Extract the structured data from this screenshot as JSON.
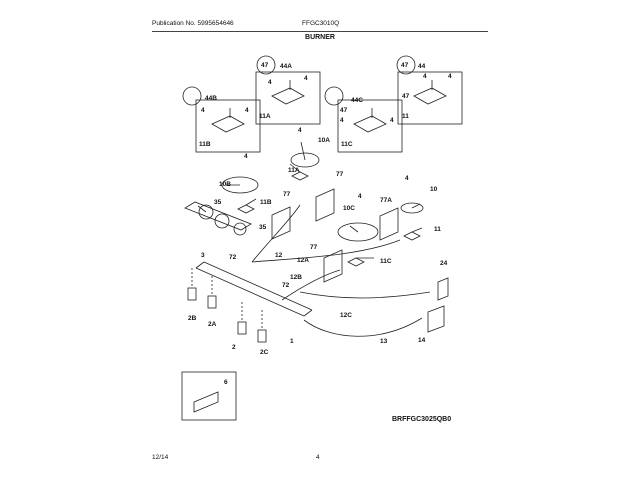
{
  "header": {
    "publication": "Publication No. 5995654646",
    "model": "FFGC3010Q",
    "section": "BURNER"
  },
  "footer": {
    "date": "12/14",
    "page": "4",
    "drawing_code": "BRFFGC3025QB0"
  },
  "callouts": {
    "c47a": "47",
    "c44a": "44A",
    "c4a": "4",
    "c4b": "4",
    "c11a_box": "11A",
    "c47b": "47",
    "c44": "44",
    "c4c": "4",
    "c4d": "4",
    "c47c": "47",
    "c11_box": "11",
    "c44b": "44B",
    "c4e": "4",
    "c4f": "4",
    "c11b_box": "11B",
    "c44c": "44C",
    "c47d": "47",
    "c4g": "4",
    "c4h": "4",
    "c11c_box": "11C",
    "c4i": "4",
    "c10a": "10A",
    "c4j": "4",
    "c11a": "11A",
    "c10b": "10B",
    "c77a": "77",
    "c77b": "77",
    "c11b": "11B",
    "c35": "35",
    "c4k": "4",
    "c4l": "4",
    "c10": "10",
    "c77c": "77A",
    "c10c": "10C",
    "c11": "11",
    "c3": "3",
    "c35b": "35",
    "c12": "12",
    "c72a": "72",
    "c77d": "77",
    "c12a": "12A",
    "c11c": "11C",
    "c12b": "12B",
    "c72b": "72",
    "c24": "24",
    "c2b": "2B",
    "c2a": "2A",
    "c12c": "12C",
    "c2": "2",
    "c2c": "2C",
    "c1": "1",
    "c13": "13",
    "c14": "14",
    "c6": "6"
  }
}
